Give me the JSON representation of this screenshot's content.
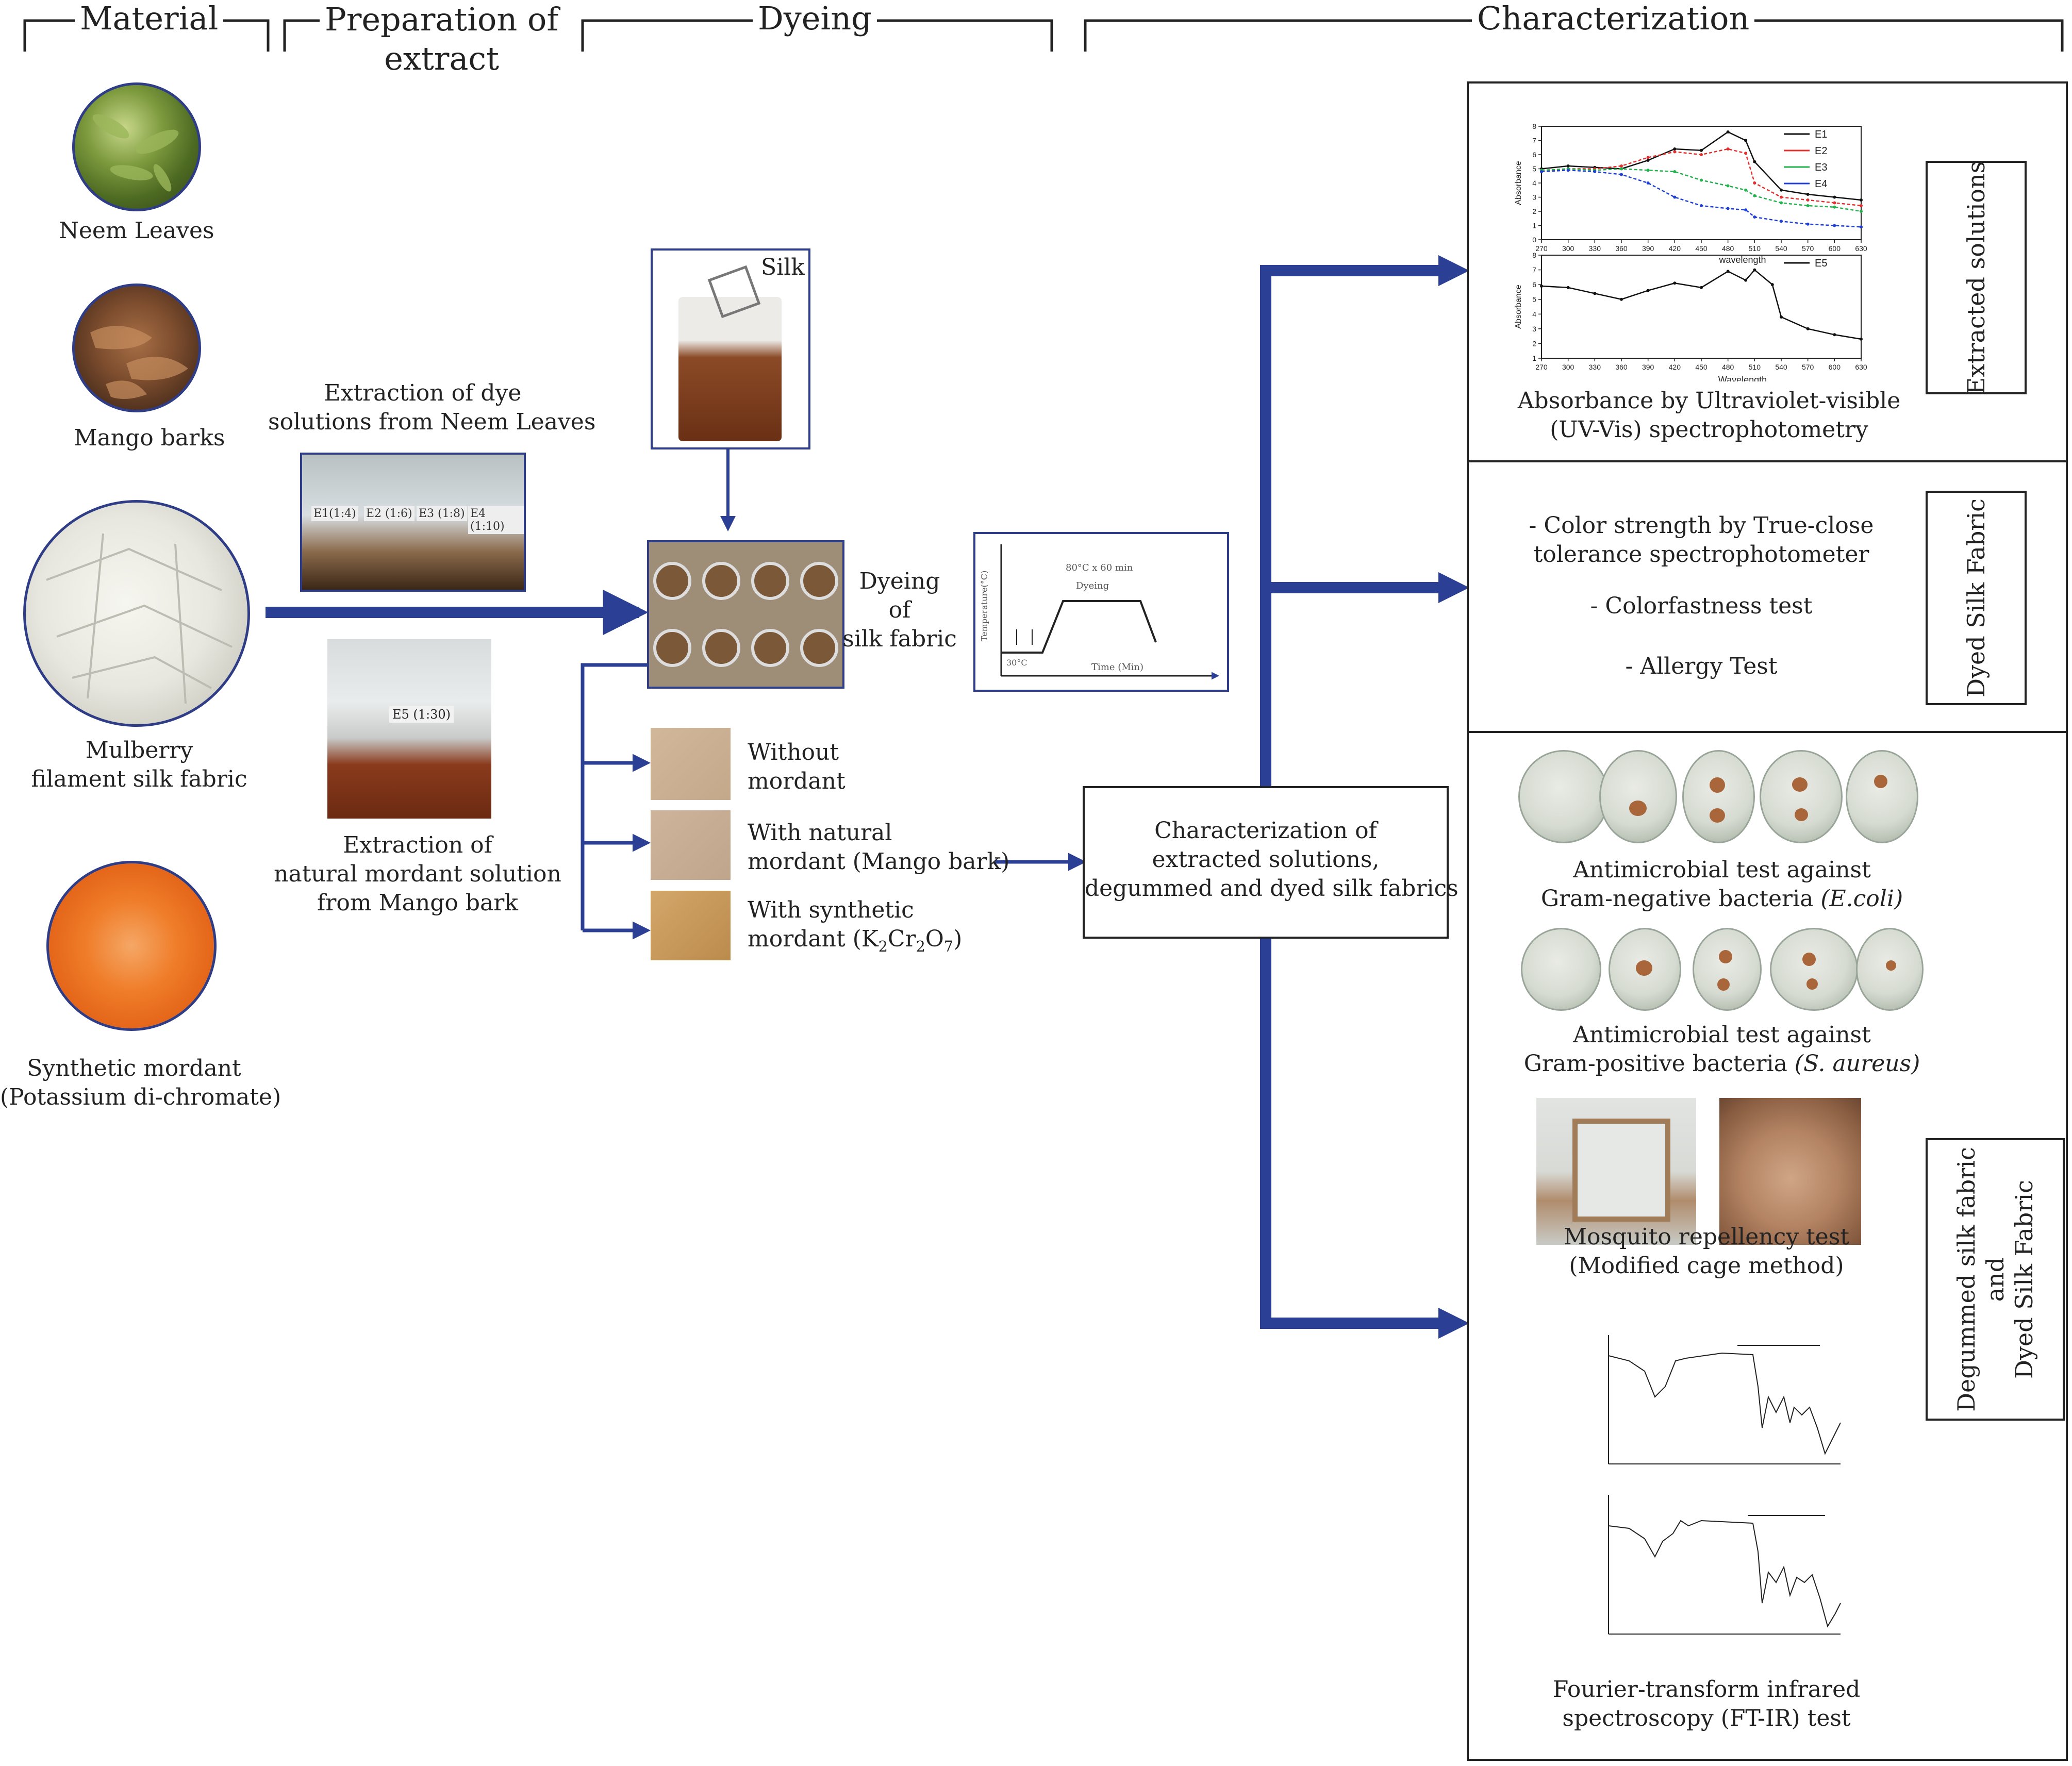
{
  "headers": {
    "material": "Material",
    "preparation": "Preparation of\nextract",
    "dyeing": "Dyeing",
    "characterization": "Characterization"
  },
  "materials": {
    "neem": "Neem Leaves",
    "mango": "Mango barks",
    "mulberry": "Mulberry\nfilament silk fabric",
    "synthetic": "Synthetic mordant\n(Potassium di-chromate)"
  },
  "preparation": {
    "neem_extraction": "Extraction of dye\nsolutions from Neem Leaves",
    "mango_extraction": "Extraction of\nnatural mordant solution\nfrom Mango bark",
    "jar_labels": [
      "E1(1:4)",
      "E2 (1:6)",
      "E3 (1:8)",
      "E4 (1:10)"
    ],
    "beaker_label": "E5 (1:30)"
  },
  "dyeing": {
    "silk_label": "Silk",
    "dyeing_of": "Dyeing\nof\nsilk fabric",
    "without": "Without\nmordant",
    "natural": "With natural\nmordant (Mango bark)",
    "synthetic_prefix": "With synthetic\nmordant (K",
    "synthetic_sub1": "2",
    "synthetic_mid": "Cr",
    "synthetic_sub2": "2",
    "synthetic_mid2": "O",
    "synthetic_sub3": "7",
    "synthetic_suffix": ")",
    "profile_top": "80°C x 60 min",
    "profile_dyeing": "Dyeing",
    "profile_time": "Time (Min)",
    "profile_temp": "Temperature(°C)",
    "profile_start": "30°C"
  },
  "center_box": "Characterization of\nextracted solutions,\ndegummed and dyed silk fabrics",
  "panel1": {
    "caption": "Absorbance by Ultraviolet-visible\n(UV-Vis) spectrophotometry",
    "side_label": "Extracted solutions",
    "chart_xlabel_top": "wavelength",
    "chart_xlabel_bottom": "Wavelength",
    "chart_ylabel": "Absorbance"
  },
  "panel2": {
    "items": [
      "- Color strength by True-close\ntolerance spectrophotometer",
      "- Colorfastness test",
      "- Allergy Test"
    ],
    "side_label": "Dyed Silk Fabric"
  },
  "panel3": {
    "ecoli": "Antimicrobial test against\nGram-negative bacteria ",
    "ecoli_italic": "(E.coli)",
    "saureus": "Antimicrobial test against\nGram-positive bacteria ",
    "saureus_italic": "(S. aureus)",
    "mosquito": "Mosquito repellency test\n(Modified cage method)",
    "ftir": "Fourier-transform infrared\nspectroscopy (FT-IR) test",
    "side_label": "Degummed silk fabric\nand\nDyed Silk Fabric"
  },
  "colors": {
    "arrow": "#2b3f94",
    "frame": "#2f3c86"
  },
  "chart_data": [
    {
      "type": "line",
      "xlabel": "wavelength",
      "ylabel": "Absorbance",
      "xlim": [
        270,
        630
      ],
      "ylim": [
        0,
        8
      ],
      "xticks": [
        270,
        300,
        330,
        360,
        390,
        420,
        450,
        480,
        510,
        540,
        570,
        600,
        630
      ],
      "x": [
        270,
        300,
        330,
        360,
        390,
        420,
        450,
        480,
        500,
        510,
        540,
        570,
        600,
        630
      ],
      "series": [
        {
          "name": "E1",
          "color": "#111111",
          "values": [
            5.0,
            5.2,
            5.1,
            5.0,
            5.6,
            6.4,
            6.3,
            7.6,
            7.0,
            5.5,
            3.5,
            3.2,
            3.0,
            2.8
          ]
        },
        {
          "name": "E2",
          "color": "#e03030",
          "values": [
            4.8,
            5.0,
            5.0,
            5.2,
            5.8,
            6.2,
            6.0,
            6.4,
            6.1,
            4.0,
            3.0,
            2.8,
            2.6,
            2.4
          ]
        },
        {
          "name": "E3",
          "color": "#22b14c",
          "values": [
            4.9,
            5.0,
            4.9,
            5.0,
            4.9,
            4.8,
            4.2,
            3.8,
            3.5,
            3.1,
            2.6,
            2.4,
            2.3,
            2.0
          ]
        },
        {
          "name": "E4",
          "color": "#1e3fd0",
          "values": [
            4.8,
            4.9,
            4.8,
            4.6,
            4.0,
            3.0,
            2.4,
            2.2,
            2.1,
            1.6,
            1.3,
            1.1,
            1.0,
            0.9
          ]
        }
      ]
    },
    {
      "type": "line",
      "xlabel": "Wavelength",
      "ylabel": "Absorbance",
      "xlim": [
        270,
        630
      ],
      "ylim": [
        1,
        8
      ],
      "xticks": [
        270,
        300,
        330,
        360,
        390,
        420,
        450,
        480,
        510,
        540,
        570,
        600,
        630
      ],
      "x": [
        270,
        300,
        330,
        360,
        390,
        420,
        450,
        480,
        500,
        510,
        530,
        540,
        570,
        600,
        630
      ],
      "series": [
        {
          "name": "E5",
          "color": "#111111",
          "values": [
            5.9,
            5.8,
            5.4,
            5.0,
            5.6,
            6.1,
            5.8,
            6.9,
            6.3,
            7.0,
            6.0,
            3.8,
            3.0,
            2.6,
            2.3
          ]
        }
      ]
    }
  ]
}
